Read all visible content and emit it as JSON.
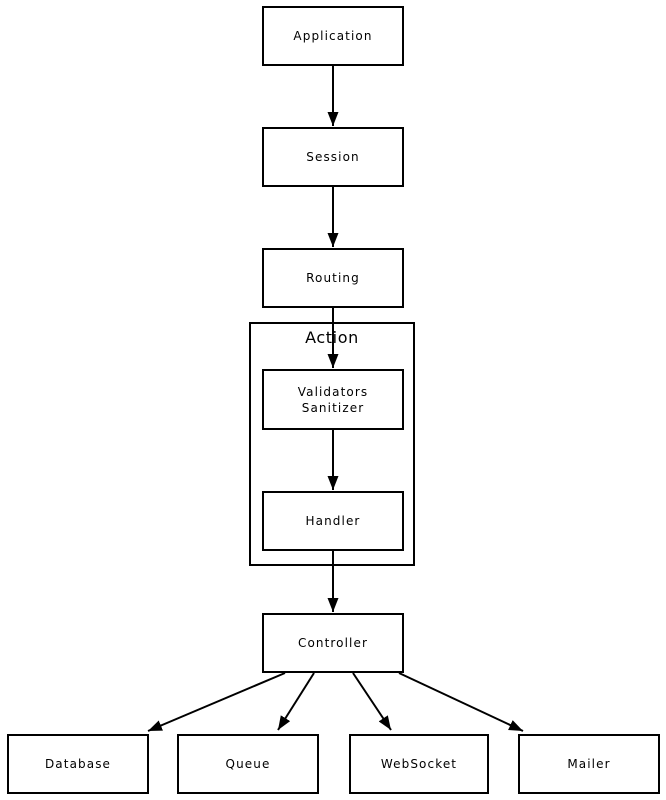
{
  "colors": {
    "background": "#ffffff",
    "line": "#000000",
    "node_fill": "#ffffff",
    "text": "#000000"
  },
  "nodes": {
    "application": {
      "label": "Application"
    },
    "session": {
      "label": "Session"
    },
    "routing": {
      "label": "Routing"
    },
    "action_group": {
      "label": "Action"
    },
    "validators_sanitizer": {
      "label_line1": "Validators",
      "label_line2": "Sanitizer"
    },
    "handler": {
      "label": "Handler"
    },
    "controller": {
      "label": "Controller"
    },
    "database": {
      "label": "Database"
    },
    "queue": {
      "label": "Queue"
    },
    "websocket": {
      "label": "WebSocket"
    },
    "mailer": {
      "label": "Mailer"
    }
  },
  "edges": [
    {
      "from": "application",
      "to": "session"
    },
    {
      "from": "session",
      "to": "routing"
    },
    {
      "from": "routing",
      "to": "validators_sanitizer"
    },
    {
      "from": "validators_sanitizer",
      "to": "handler"
    },
    {
      "from": "handler",
      "to": "controller"
    },
    {
      "from": "controller",
      "to": "database"
    },
    {
      "from": "controller",
      "to": "queue"
    },
    {
      "from": "controller",
      "to": "websocket"
    },
    {
      "from": "controller",
      "to": "mailer"
    }
  ]
}
